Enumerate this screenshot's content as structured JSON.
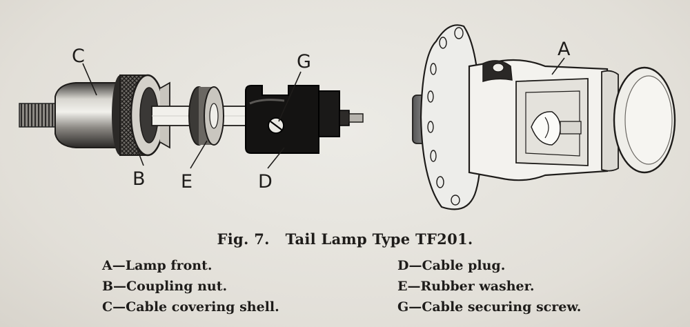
{
  "callouts": {
    "a": "A",
    "b": "B",
    "c": "C",
    "d": "D",
    "e": "E",
    "g": "G"
  },
  "caption": {
    "fig": "Fig. 7.",
    "title": "Tail Lamp Type TF201."
  },
  "legend": {
    "left": [
      "A—Lamp front.",
      "B—Coupling nut.",
      "C—Cable covering shell."
    ],
    "right": [
      "D—Cable plug.",
      "E—Rubber washer.",
      "G—Cable securing screw."
    ]
  }
}
